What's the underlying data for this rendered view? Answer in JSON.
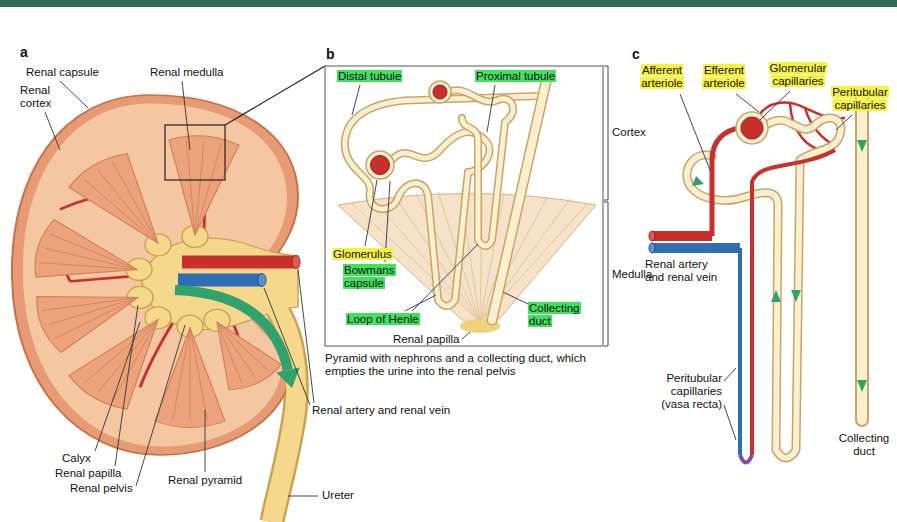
{
  "diagram": {
    "labels": [
      "a",
      "Renal capsule",
      "Renal medulla",
      "Renal cortex",
      "Calyx",
      "Renal papilla",
      "Renal pelvis",
      "Renal pyramid",
      "Renal artery and renal vein",
      "Ureter",
      "b",
      "Distal tubule",
      "Proximal tubule",
      "Cortex",
      "Glomerulus",
      "Bowmans capsule",
      "Loop of Henle",
      "Collecting duct",
      "Medulla",
      "Renal papilla",
      "Pyramid with nephrons and a collecting duct, which empties the urine into the renal pelvis",
      "c",
      "Afferent arteriole",
      "Efferent arteriole",
      "Glomerular capillaries",
      "Peritubular capillaries",
      "Renal artery and renal vein",
      "Peritubular capillaries (vasa recta)",
      "Collecting duct"
    ]
  }
}
